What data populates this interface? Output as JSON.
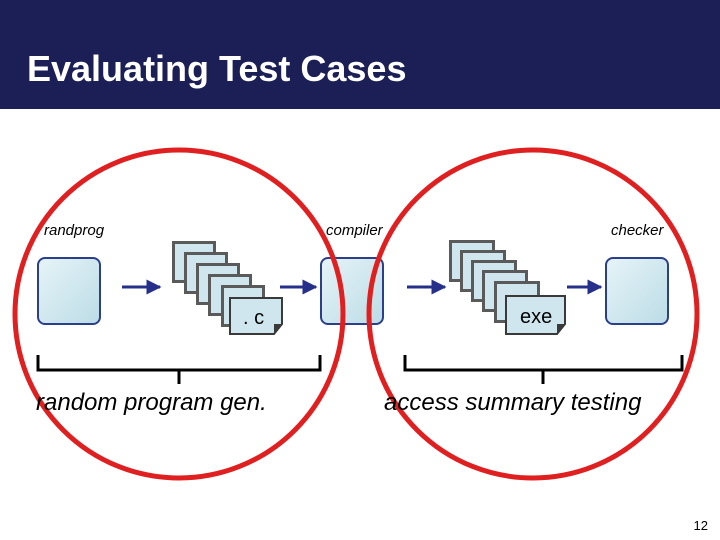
{
  "slide": {
    "title": "Evaluating Test Cases",
    "page_number": "12"
  },
  "diagram": {
    "labels": {
      "randprog": "randprog",
      "compiler": "compiler",
      "checker": "checker",
      "c_file": ". c",
      "exe_file": "exe"
    },
    "groups": {
      "left": "random program gen.",
      "right": "access summary testing"
    }
  },
  "colors": {
    "header_bg": "#1b1f55",
    "box_fill": "#cfe6ee",
    "box_border": "#2b3f8a",
    "circle": "#e02020",
    "arrow": "#26308a"
  }
}
